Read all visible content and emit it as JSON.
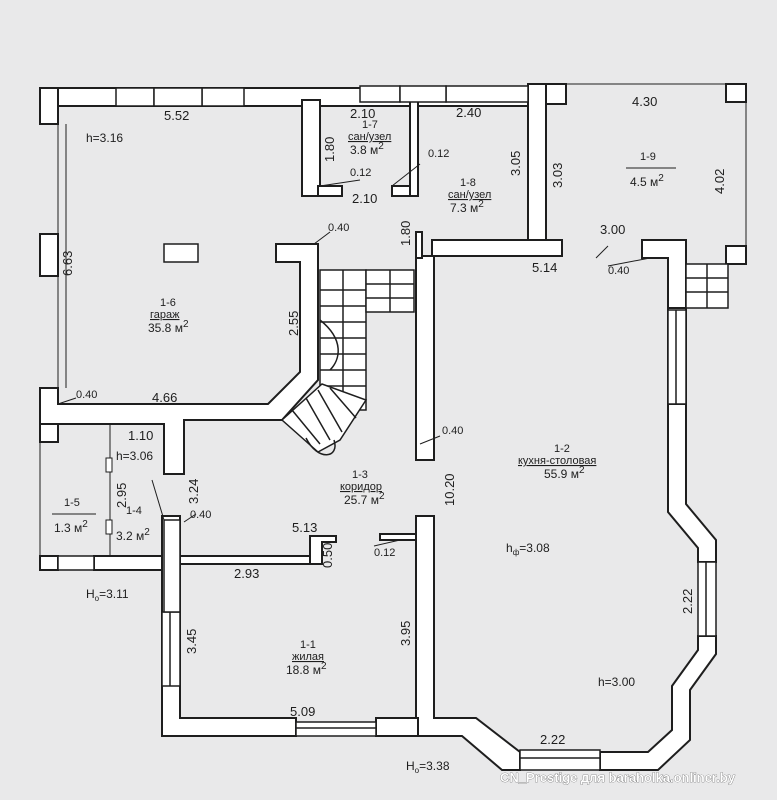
{
  "dimensions": {
    "d_5_52": "5.52",
    "d_2_10_top": "2.10",
    "d_2_40": "2.40",
    "d_4_30": "4.30",
    "d_1_80_a": "1.80",
    "d_0_12_a": "0.12",
    "d_0_12_b": "0.12",
    "d_2_10_b": "2.10",
    "d_3_05": "3.05",
    "d_3_03": "3.03",
    "d_4_02": "4.02",
    "d_0_40_a": "0.40",
    "d_1_80_b": "1.80",
    "d_3_00": "3.00",
    "d_5_14": "5.14",
    "d_0_40_b": "0.40",
    "d_6_63": "6.63",
    "d_2_55": "2.55",
    "d_0_40_c": "0.40",
    "d_4_66": "4.66",
    "d_1_10": "1.10",
    "d_0_40_d": "0.40",
    "d_2_95": "2.95",
    "d_3_24": "3.24",
    "d_0_40_e": "0.40",
    "d_5_13": "5.13",
    "d_0_50": "0.50",
    "d_0_12_c": "0.12",
    "d_2_93": "2.93",
    "d_10_20": "10.20",
    "d_3_45": "3.45",
    "d_3_95": "3.95",
    "d_2_22_a": "2.22",
    "d_5_09": "5.09",
    "d_2_22_b": "2.22"
  },
  "heights": {
    "h_garage": "h=3.16",
    "h_14": "h=3.06",
    "h_kitchen": "h",
    "h_kitchen_sub": "ф",
    "h_kitchen_val": "=3.08",
    "h_right": "h=3.00",
    "H_left": "H",
    "H_left_sub": "o",
    "H_left_val": "=3.11",
    "H_bottom": "H",
    "H_bottom_sub": "o",
    "H_bottom_val": "=3.38"
  },
  "rooms": [
    {
      "id": "1-1",
      "name": "жилая",
      "area": "18.8 м",
      "sup": "2"
    },
    {
      "id": "1-2",
      "name": "кухня-столовая",
      "area": "55.9 м",
      "sup": "2"
    },
    {
      "id": "1-3",
      "name": "коридор",
      "area": "25.7 м",
      "sup": "2"
    },
    {
      "id": "1-4",
      "name": "",
      "area": "3.2 м",
      "sup": "2"
    },
    {
      "id": "1-5",
      "name": "",
      "area": "1.3 м",
      "sup": "2"
    },
    {
      "id": "1-6",
      "name": "гараж",
      "area": "35.8 м",
      "sup": "2"
    },
    {
      "id": "1-7",
      "name": "сан/узел",
      "area": "3.8 м",
      "sup": "2"
    },
    {
      "id": "1-8",
      "name": "сан/узел",
      "area": "7.3 м",
      "sup": "2"
    },
    {
      "id": "1-9",
      "name": "",
      "area": "4.5 м",
      "sup": "2"
    }
  ],
  "watermark": "CN_Prestige для baraholka.onliner.by",
  "colors": {
    "paper": "#e9e9ea",
    "ink": "#1e1e1e",
    "wall_fill": "#ffffff"
  }
}
